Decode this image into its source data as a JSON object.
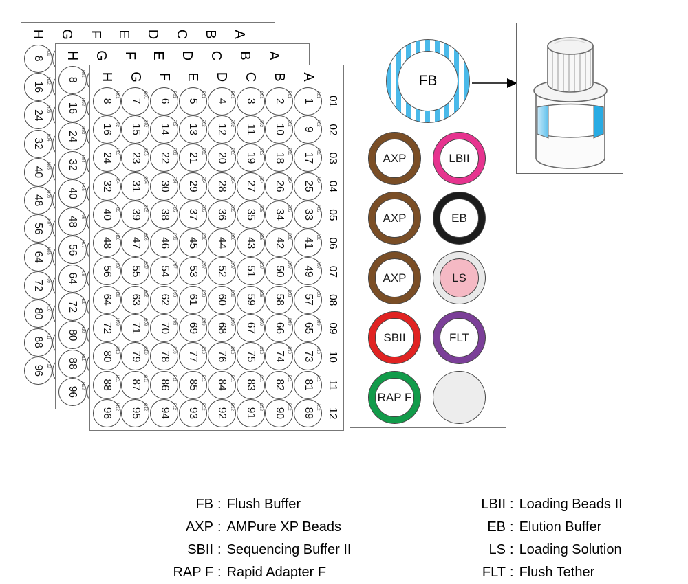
{
  "plate": {
    "cols": [
      "01",
      "02",
      "03",
      "04",
      "05",
      "06",
      "07",
      "08",
      "09",
      "10",
      "11",
      "12"
    ],
    "rows": [
      {
        "letter": "A",
        "wells": [
          [
            "A01",
            1
          ],
          [
            "A02",
            9
          ],
          [
            "A03",
            17
          ],
          [
            "A04",
            25
          ],
          [
            "A05",
            33
          ],
          [
            "A06",
            41
          ],
          [
            "A07",
            49
          ],
          [
            "A08",
            57
          ],
          [
            "A09",
            65
          ],
          [
            "A10",
            73
          ],
          [
            "A11",
            81
          ],
          [
            "A12",
            89
          ]
        ]
      },
      {
        "letter": "B",
        "wells": [
          [
            "B01",
            2
          ],
          [
            "B02",
            10
          ],
          [
            "B03",
            18
          ],
          [
            "B04",
            26
          ],
          [
            "B05",
            34
          ],
          [
            "B06",
            42
          ],
          [
            "B07",
            50
          ],
          [
            "B08",
            58
          ],
          [
            "B09",
            66
          ],
          [
            "B10",
            74
          ],
          [
            "B11",
            82
          ],
          [
            "B12",
            90
          ]
        ]
      },
      {
        "letter": "C",
        "wells": [
          [
            "C01",
            3
          ],
          [
            "C02",
            11
          ],
          [
            "C03",
            19
          ],
          [
            "C04",
            27
          ],
          [
            "C05",
            35
          ],
          [
            "C06",
            43
          ],
          [
            "C07",
            51
          ],
          [
            "C08",
            59
          ],
          [
            "C09",
            67
          ],
          [
            "C10",
            75
          ],
          [
            "C11",
            83
          ],
          [
            "C12",
            91
          ]
        ]
      },
      {
        "letter": "D",
        "wells": [
          [
            "D01",
            4
          ],
          [
            "D02",
            12
          ],
          [
            "D03",
            20
          ],
          [
            "D04",
            28
          ],
          [
            "D05",
            36
          ],
          [
            "D06",
            44
          ],
          [
            "D07",
            52
          ],
          [
            "D08",
            60
          ],
          [
            "D09",
            68
          ],
          [
            "D10",
            76
          ],
          [
            "D11",
            84
          ],
          [
            "D12",
            92
          ]
        ]
      },
      {
        "letter": "E",
        "wells": [
          [
            "E01",
            5
          ],
          [
            "E02",
            13
          ],
          [
            "E03",
            21
          ],
          [
            "E04",
            29
          ],
          [
            "E05",
            37
          ],
          [
            "E06",
            45
          ],
          [
            "E07",
            53
          ],
          [
            "E08",
            61
          ],
          [
            "E09",
            69
          ],
          [
            "E10",
            77
          ],
          [
            "E11",
            85
          ],
          [
            "E12",
            93
          ]
        ]
      },
      {
        "letter": "F",
        "wells": [
          [
            "F01",
            6
          ],
          [
            "F02",
            14
          ],
          [
            "F03",
            22
          ],
          [
            "F04",
            30
          ],
          [
            "F05",
            38
          ],
          [
            "F06",
            46
          ],
          [
            "F07",
            54
          ],
          [
            "F08",
            62
          ],
          [
            "F09",
            70
          ],
          [
            "F10",
            78
          ],
          [
            "F11",
            86
          ],
          [
            "F12",
            94
          ]
        ]
      },
      {
        "letter": "G",
        "wells": [
          [
            "G01",
            7
          ],
          [
            "G02",
            15
          ],
          [
            "G03",
            23
          ],
          [
            "G04",
            31
          ],
          [
            "G05",
            39
          ],
          [
            "G06",
            47
          ],
          [
            "G07",
            55
          ],
          [
            "G08",
            63
          ],
          [
            "G09",
            71
          ],
          [
            "G10",
            79
          ],
          [
            "G11",
            87
          ],
          [
            "G12",
            95
          ]
        ]
      },
      {
        "letter": "H",
        "wells": [
          [
            "H01",
            8
          ],
          [
            "H02",
            16
          ],
          [
            "H03",
            24
          ],
          [
            "H04",
            32
          ],
          [
            "H05",
            40
          ],
          [
            "H06",
            48
          ],
          [
            "H07",
            56
          ],
          [
            "H08",
            64
          ],
          [
            "H09",
            72
          ],
          [
            "H10",
            80
          ],
          [
            "H11",
            88
          ],
          [
            "H12",
            96
          ]
        ]
      }
    ],
    "copies": 3
  },
  "reagent_panel": {
    "fb": {
      "label": "FB",
      "stripe_color": "#4ab9e9"
    },
    "tubes": [
      {
        "label": "AXP",
        "ring_color": "#7a4e26",
        "inner_color": "#ffffff"
      },
      {
        "label": "LBII",
        "ring_color": "#e6348f",
        "inner_color": "#ffffff"
      },
      {
        "label": "AXP",
        "ring_color": "#7a4e26",
        "inner_color": "#ffffff"
      },
      {
        "label": "EB",
        "ring_color": "#1c1c1c",
        "inner_color": "#ffffff"
      },
      {
        "label": "AXP",
        "ring_color": "#7a4e26",
        "inner_color": "#ffffff"
      },
      {
        "label": "LS",
        "ring_color": "#e9e9e9",
        "inner_color": "#f5b9c4"
      },
      {
        "label": "SBII",
        "ring_color": "#e02322",
        "inner_color": "#ffffff"
      },
      {
        "label": "FLT",
        "ring_color": "#7b3f98",
        "inner_color": "#ffffff"
      },
      {
        "label": "RAP F",
        "ring_color": "#129b4a",
        "inner_color": "#ffffff"
      },
      {
        "label": "",
        "ring_color": "#ededed",
        "inner_color": "#ededed",
        "variant": "solid"
      }
    ]
  },
  "bottle": {
    "label_blue": "#29abe3",
    "label_blue_light": "#c8e9f9",
    "label_blue_mid": "#5fc0ec"
  },
  "legend": {
    "separator": ":",
    "left": [
      {
        "abbr": "FB",
        "name": "Flush Buffer"
      },
      {
        "abbr": "AXP",
        "name": "AMPure XP Beads"
      },
      {
        "abbr": "SBII",
        "name": "Sequencing Buffer II"
      },
      {
        "abbr": "RAP F",
        "name": "Rapid Adapter F"
      }
    ],
    "right": [
      {
        "abbr": "LBII",
        "name": "Loading Beads II"
      },
      {
        "abbr": "EB",
        "name": "Elution Buffer"
      },
      {
        "abbr": "LS",
        "name": "Loading Solution"
      },
      {
        "abbr": "FLT",
        "name": "Flush Tether"
      }
    ]
  }
}
